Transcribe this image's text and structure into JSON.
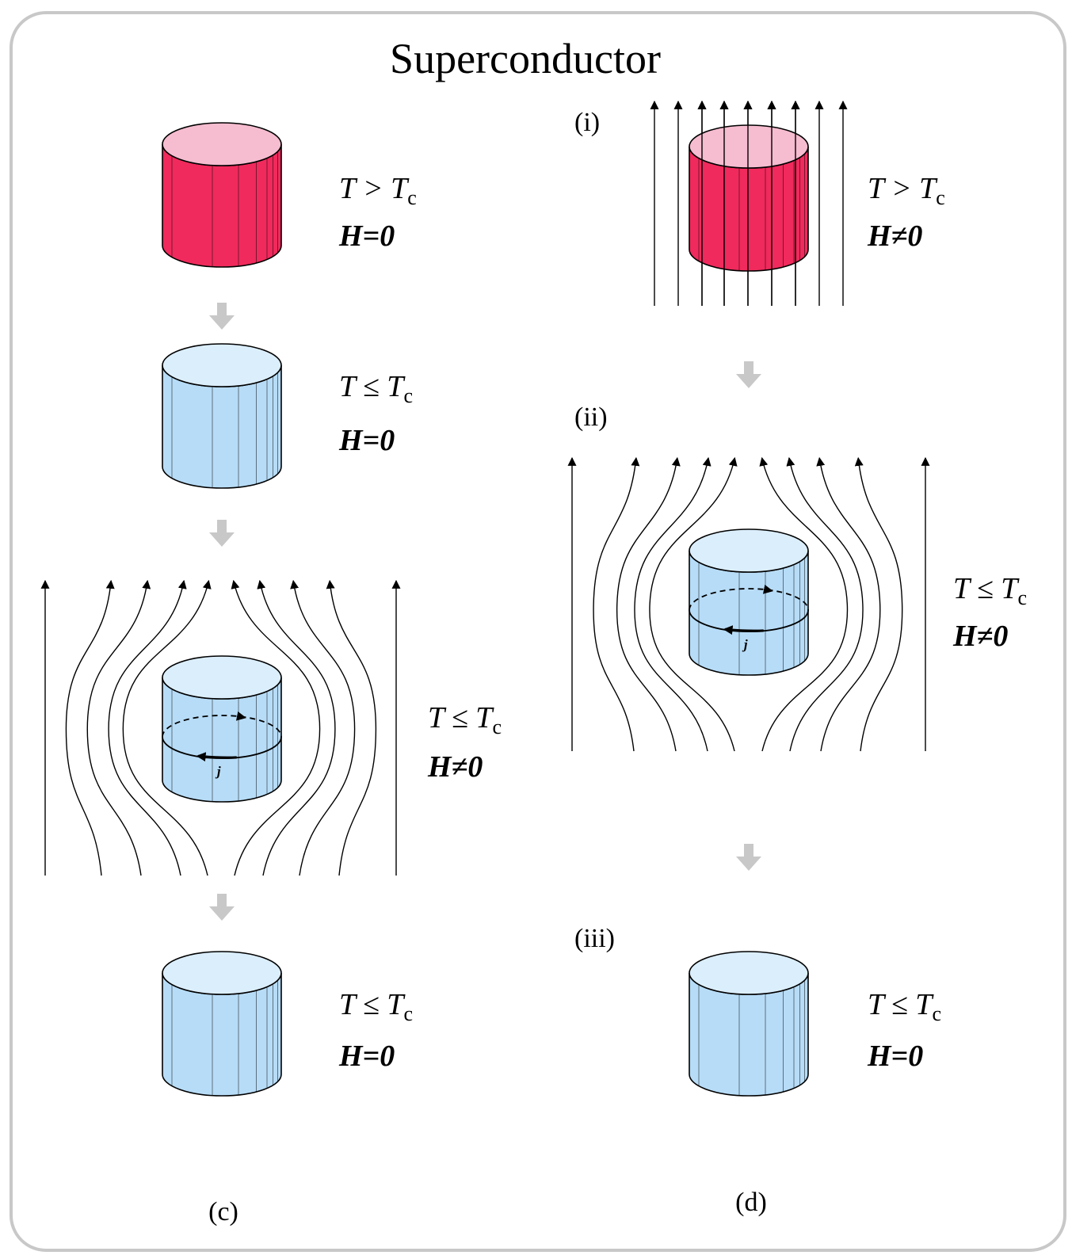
{
  "title": "Superconductor",
  "colors": {
    "normal_side": "#f02a5c",
    "normal_top": "#f6bcd0",
    "super_side": "#b7dcf7",
    "super_top": "#dbeefc",
    "frame_border": "#c8c8c8",
    "step_arrow": "#c8c8c8"
  },
  "panel_c": {
    "label": "(c)",
    "states": [
      {
        "t_cond": "T > Tc",
        "h_cond": "H=0"
      },
      {
        "t_cond": "T ≤ Tc",
        "h_cond": "H=0"
      },
      {
        "t_cond": "T ≤ Tc",
        "h_cond": "H≠0",
        "current_label": "j"
      },
      {
        "t_cond": "T ≤ Tc",
        "h_cond": "H=0"
      }
    ]
  },
  "panel_d": {
    "label": "(d)",
    "states": [
      {
        "step_label": "(i)",
        "t_cond": "T > Tc",
        "h_cond": "H≠0"
      },
      {
        "step_label": "(ii)",
        "t_cond": "T ≤ Tc",
        "h_cond": "H≠0",
        "current_label": "j"
      },
      {
        "step_label": "(iii)",
        "t_cond": "T ≤ Tc",
        "h_cond": "H=0"
      }
    ]
  }
}
